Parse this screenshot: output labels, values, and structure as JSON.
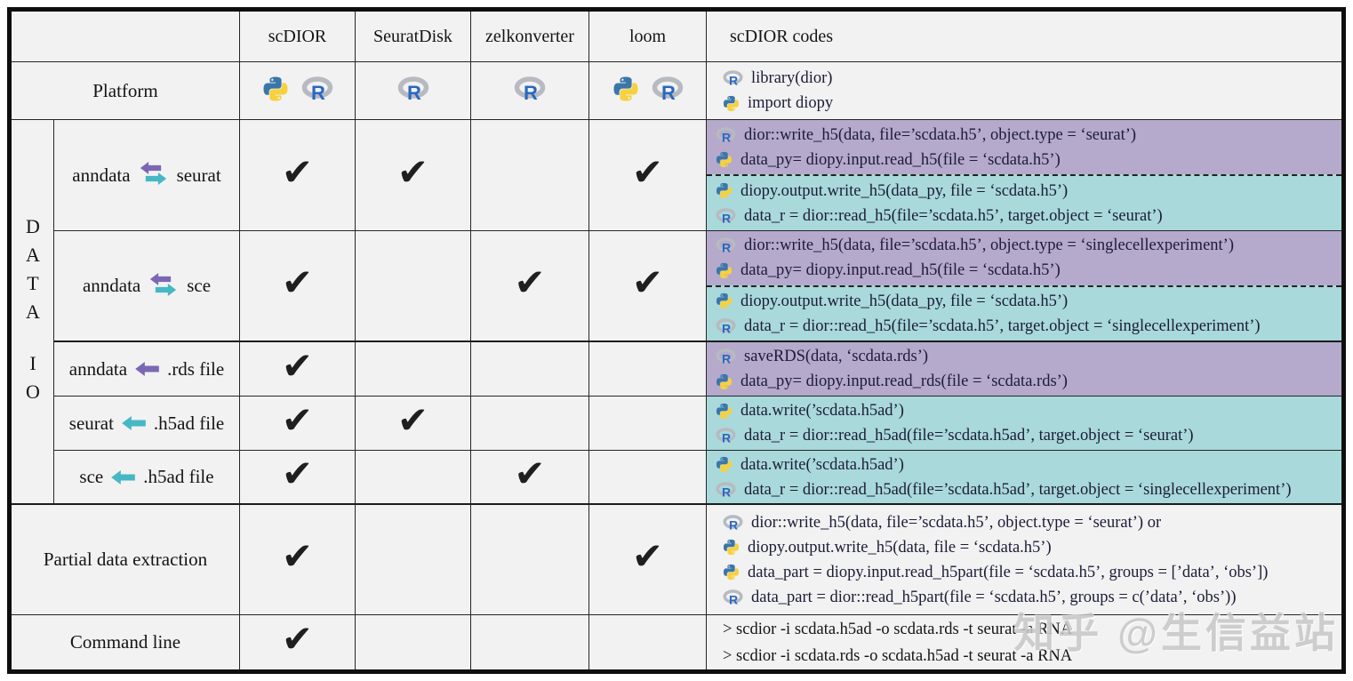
{
  "watermark": "知乎 @生信益站",
  "colors": {
    "purple_block": "#b5a9cc",
    "teal_block": "#a9d9da",
    "python_blue": "#3b76a9",
    "python_yellow": "#f7d13e",
    "r_blue": "#2a68c0",
    "r_ring_gray": "#b7bac0",
    "check": "#1f1f1f"
  },
  "header": {
    "tools": {
      "scdior": "scDIOR",
      "seuratdisk": "SeuratDisk",
      "zelkonverter": "zelkonverter",
      "loom": "loom"
    },
    "codes_column": "scDIOR codes"
  },
  "platform": {
    "label": "Platform",
    "support": {
      "scdior": "python,r",
      "seuratdisk": "r",
      "zelkonverter": "r",
      "loom": "python,r"
    },
    "code_lines": [
      {
        "lang": "r",
        "text": "library(dior)"
      },
      {
        "lang": "python",
        "text": "import diopy"
      }
    ]
  },
  "data_io": {
    "vertical_label_top": "DATA",
    "vertical_label_bottom": "IO",
    "rows": [
      {
        "left": "anndata",
        "right": "seurat",
        "arrow": "bidirectional",
        "checks": {
          "scdior": "✔",
          "seuratdisk": "✔",
          "zelkonverter": "",
          "loom": "✔"
        },
        "blocks": [
          {
            "color": "purple",
            "lines": [
              {
                "lang": "r",
                "text": "dior::write_h5(data, file=’scdata.h5’, object.type = ‘seurat’)"
              },
              {
                "lang": "python",
                "text": "data_py= diopy.input.read_h5(file = ‘scdata.h5’)"
              }
            ]
          },
          {
            "color": "teal",
            "lines": [
              {
                "lang": "python",
                "text": "diopy.output.write_h5(data_py, file = ‘scdata.h5’)"
              },
              {
                "lang": "r",
                "text": "data_r = dior::read_h5(file=’scdata.h5’, target.object = ‘seurat’)"
              }
            ]
          }
        ]
      },
      {
        "left": "anndata",
        "right": "sce",
        "arrow": "bidirectional",
        "checks": {
          "scdior": "✔",
          "seuratdisk": "",
          "zelkonverter": "✔",
          "loom": "✔"
        },
        "blocks": [
          {
            "color": "purple",
            "lines": [
              {
                "lang": "r",
                "text": "dior::write_h5(data, file=’scdata.h5’, object.type = ‘singlecellexperiment’)"
              },
              {
                "lang": "python",
                "text": "data_py= diopy.input.read_h5(file = ‘scdata.h5’)"
              }
            ]
          },
          {
            "color": "teal",
            "lines": [
              {
                "lang": "python",
                "text": "diopy.output.write_h5(data_py, file = ‘scdata.h5’)"
              },
              {
                "lang": "r",
                "text": "data_r = dior::read_h5(file=’scdata.h5’, target.object = ‘singlecellexperiment’)"
              }
            ]
          }
        ]
      },
      {
        "left": "anndata",
        "right": ".rds file",
        "arrow": "left-purple",
        "checks": {
          "scdior": "✔",
          "seuratdisk": "",
          "zelkonverter": "",
          "loom": ""
        },
        "blocks": [
          {
            "color": "purple",
            "lines": [
              {
                "lang": "r",
                "text": "saveRDS(data, ‘scdata.rds’)"
              },
              {
                "lang": "python",
                "text": "data_py= diopy.input.read_rds(file = ‘scdata.rds’)"
              }
            ]
          }
        ]
      },
      {
        "left": "seurat",
        "right": ".h5ad file",
        "arrow": "left-teal",
        "checks": {
          "scdior": "✔",
          "seuratdisk": "✔",
          "zelkonverter": "",
          "loom": ""
        },
        "blocks": [
          {
            "color": "teal",
            "lines": [
              {
                "lang": "python",
                "text": "data.write(’scdata.h5ad’)"
              },
              {
                "lang": "r",
                "text": "data_r = dior::read_h5ad(file=’scdata.h5ad’, target.object = ‘seurat’)"
              }
            ]
          }
        ]
      },
      {
        "left": "sce",
        "right": ".h5ad file",
        "arrow": "left-teal",
        "checks": {
          "scdior": "✔",
          "seuratdisk": "",
          "zelkonverter": "✔",
          "loom": ""
        },
        "blocks": [
          {
            "color": "teal",
            "lines": [
              {
                "lang": "python",
                "text": "data.write(’scdata.h5ad’)"
              },
              {
                "lang": "r",
                "text": "data_r = dior::read_h5ad(file=’scdata.h5ad’, target.object = ‘singlecellexperiment’)"
              }
            ]
          }
        ]
      }
    ]
  },
  "partial": {
    "label": "Partial data extraction",
    "checks": {
      "scdior": "✔",
      "seuratdisk": "",
      "zelkonverter": "",
      "loom": "✔"
    },
    "lines": [
      {
        "lang": "r",
        "text": "dior::write_h5(data, file=’scdata.h5’, object.type = ‘seurat’) or"
      },
      {
        "lang": "python",
        "text": "diopy.output.write_h5(data, file = ‘scdata.h5’)"
      },
      {
        "lang": "python",
        "text": "data_part = diopy.input.read_h5part(file = ‘scdata.h5’, groups = [’data’, ‘obs’])"
      },
      {
        "lang": "r",
        "text": "data_part = dior::read_h5part(file = ‘scdata.h5’, groups = c(’data’, ‘obs’))"
      }
    ]
  },
  "command": {
    "label": "Command line",
    "checks": {
      "scdior": "✔",
      "seuratdisk": "",
      "zelkonverter": "",
      "loom": ""
    },
    "lines": [
      {
        "text": ">  scdior -i scdata.h5ad -o scdata.rds -t seurat -a RNA"
      },
      {
        "text": ">  scdior -i scdata.rds -o scdata.h5ad -t seurat -a RNA"
      }
    ]
  }
}
